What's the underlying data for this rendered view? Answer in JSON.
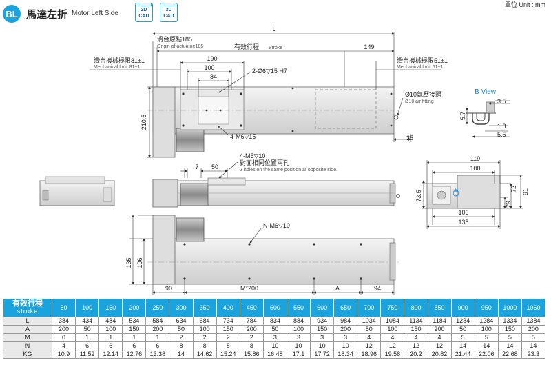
{
  "header": {
    "badge": "BL",
    "title_cn": "馬達左折",
    "title_en": "Motor Left Side",
    "cad_2d": {
      "line1": "2D",
      "line2": "CAD"
    },
    "cad_3d": {
      "line1": "3D",
      "line2": "CAD"
    },
    "unit": "單位 Unit : mm"
  },
  "drawing": {
    "labels": {
      "L": "L",
      "origin_cn": "滑台原點185",
      "origin_en": "Origin of actuator:185",
      "stroke_cn": "有效行程",
      "stroke_en": "Stroke",
      "dim_149": "149",
      "mech_left_cn": "滑台機械極限81±1",
      "mech_left_en": "Mechanical limit:81±1",
      "mech_right_cn": "滑台機械極限51±1",
      "mech_right_en": "Mechanical limit:51±1",
      "dim_190": "190",
      "dim_100": "100",
      "dim_84": "84",
      "hole_pin": "2-Ø6▽15 H7",
      "air_cn": "Ø10氣壓接頭",
      "air_en": "Ø10 air fitting",
      "dim_2105": "210.5",
      "m6": "4-M6▽15",
      "dim_35": "35",
      "m5": "4-M5▽10",
      "same_cn": "對面相同位置兩孔",
      "same_en": "2 holes on the same position at opposite side.",
      "dim_7": "7",
      "dim_50": "50",
      "nm6": "N-M6▽10",
      "dim_135": "135",
      "dim_106": "106",
      "dim_90": "90",
      "dim_m200": "M*200",
      "dim_A": "A",
      "dim_94": "94",
      "bview": "B View",
      "dim_35b": "3.5",
      "dim_57": "5.7",
      "dim_18": "1.8",
      "dim_55": "5.5",
      "dim_119": "119",
      "dim_100s": "100",
      "dim_735": "73.5",
      "dim_72": "72",
      "dim_91": "91",
      "dim_29": "29",
      "dim_106s": "106",
      "dim_135s": "135",
      "b_mark": "B"
    }
  },
  "table": {
    "header_cn": "有效行程",
    "header_en": "stroke",
    "strokes": [
      "50",
      "100",
      "150",
      "200",
      "250",
      "300",
      "350",
      "400",
      "450",
      "500",
      "550",
      "600",
      "650",
      "700",
      "750",
      "800",
      "850",
      "900",
      "950",
      "1000",
      "1050"
    ],
    "rows": [
      {
        "label": "L",
        "values": [
          "384",
          "434",
          "484",
          "534",
          "584",
          "634",
          "684",
          "734",
          "784",
          "834",
          "884",
          "934",
          "984",
          "1034",
          "1084",
          "1134",
          "1184",
          "1234",
          "1284",
          "1334",
          "1384"
        ]
      },
      {
        "label": "A",
        "values": [
          "200",
          "50",
          "100",
          "150",
          "200",
          "50",
          "100",
          "150",
          "200",
          "50",
          "100",
          "150",
          "200",
          "50",
          "100",
          "150",
          "200",
          "50",
          "100",
          "150",
          "200"
        ]
      },
      {
        "label": "M",
        "values": [
          "0",
          "1",
          "1",
          "1",
          "1",
          "2",
          "2",
          "2",
          "2",
          "3",
          "3",
          "3",
          "3",
          "4",
          "4",
          "4",
          "4",
          "5",
          "5",
          "5",
          "5"
        ]
      },
      {
        "label": "N",
        "values": [
          "4",
          "6",
          "6",
          "6",
          "6",
          "8",
          "8",
          "8",
          "8",
          "10",
          "10",
          "10",
          "10",
          "12",
          "12",
          "12",
          "12",
          "14",
          "14",
          "14",
          "14"
        ]
      },
      {
        "label": "KG",
        "values": [
          "10.9",
          "11.52",
          "12.14",
          "12.76",
          "13.38",
          "14",
          "14.62",
          "15.24",
          "15.86",
          "16.48",
          "17.1",
          "17.72",
          "18.34",
          "18.96",
          "19.58",
          "20.2",
          "20.82",
          "21.44",
          "22.06",
          "22.68",
          "23.3"
        ]
      }
    ]
  }
}
